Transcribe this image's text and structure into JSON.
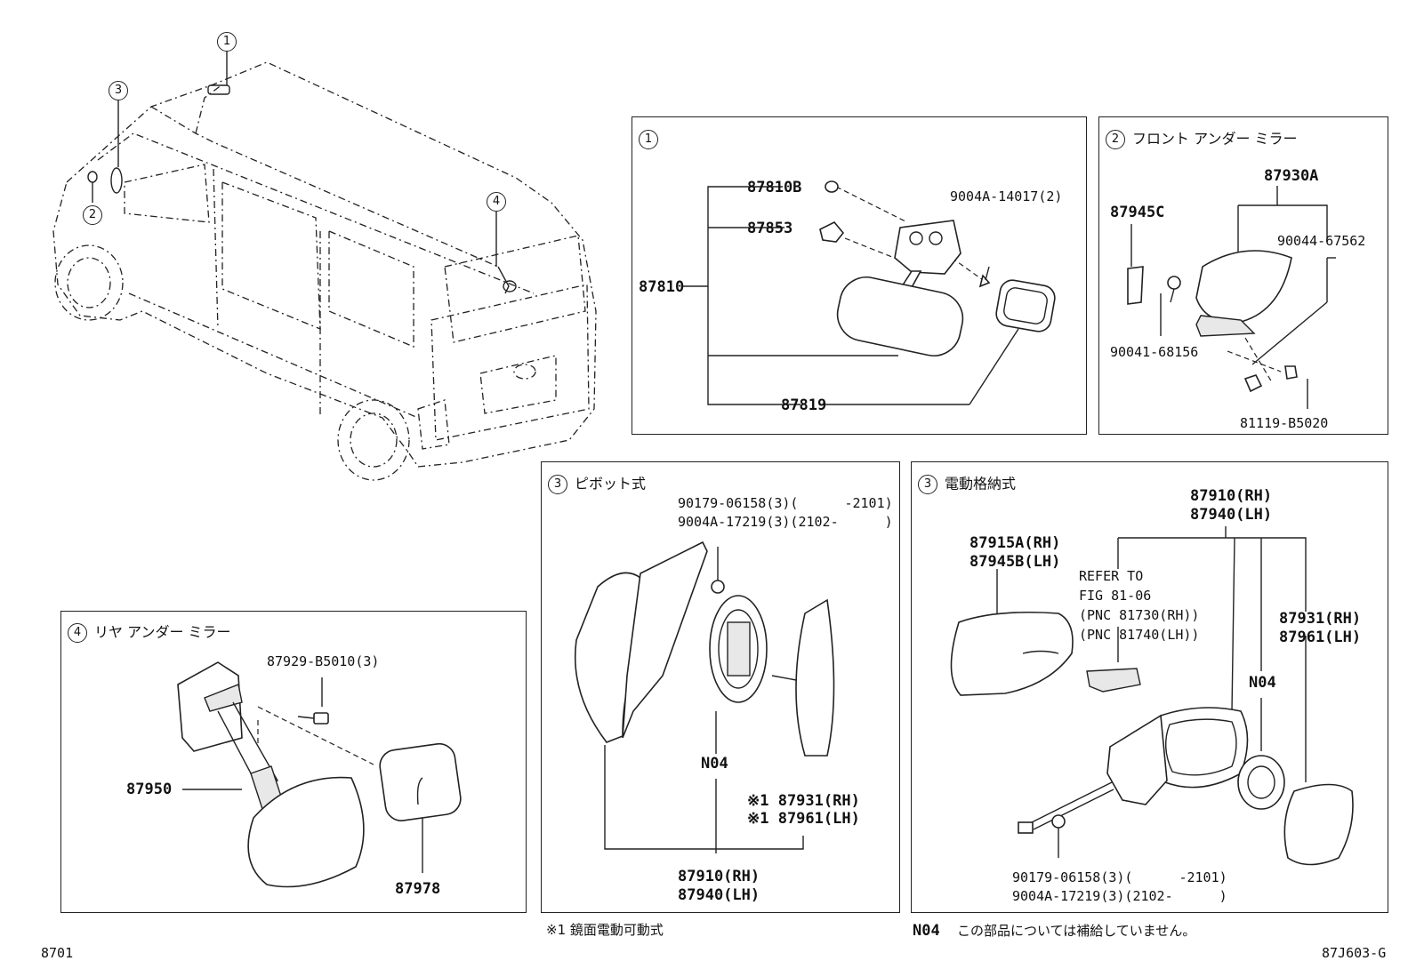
{
  "callouts": [
    "1",
    "2",
    "3",
    "4"
  ],
  "panel1": {
    "num": "1",
    "labels": {
      "p87810B": "87810B",
      "p87853": "87853",
      "p90040": "9004A-14017(2)",
      "p87810": "87810",
      "p87819": "87819"
    }
  },
  "panel2": {
    "num": "2",
    "title": "フロント アンダー ミラー",
    "labels": {
      "p87930A": "87930A",
      "p87945C": "87945C",
      "p90044": "90044-67562",
      "p90041": "90041-68156",
      "p81119": "81119-B5020"
    }
  },
  "panel3a": {
    "num": "3",
    "title": "ピボット式",
    "labels": {
      "bolt1": "90179-06158(3)(",
      "bolt1_range": "-2101)",
      "bolt2": "9004A-17219(3)(2102-",
      "bolt2_end": ")",
      "n04": "N04",
      "glass_rh": "※1 87931(RH)",
      "glass_lh": "※1 87961(LH)",
      "assy_rh": "87910(RH)",
      "assy_lh": "87940(LH)"
    },
    "footnote": "※1 鏡面電動可動式"
  },
  "panel3b": {
    "num": "3",
    "title": "電動格納式",
    "labels": {
      "assy_rh": "87910(RH)",
      "assy_lh": "87940(LH)",
      "cover_rh": "87915A(RH)",
      "cover_lh": "87945B(LH)",
      "refer1": "REFER TO",
      "refer2": "FIG 81-06",
      "refer3": "(PNC 81730(RH))",
      "refer4": "(PNC 81740(LH))",
      "n04": "N04",
      "glass_rh": "87931(RH)",
      "glass_lh": "87961(LH)",
      "bolt1": "90179-06158(3)(",
      "bolt1_range": "-2101)",
      "bolt2": "9004A-17219(3)(2102-",
      "bolt2_end": ")"
    },
    "footnote_code": "N04",
    "footnote": "この部品については補給していません。"
  },
  "panel4": {
    "num": "4",
    "title": "リヤ アンダー ミラー",
    "labels": {
      "p87929": "87929-B5010(3)",
      "p87950": "87950",
      "p87978": "87978"
    }
  },
  "footer": {
    "left": "8701",
    "right": "87J603-G"
  }
}
